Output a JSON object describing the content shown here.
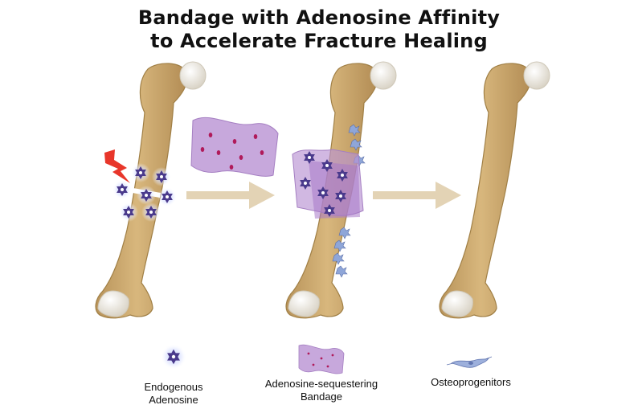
{
  "title": {
    "line1": "Bandage with Adenosine Affinity",
    "line2": "to Accelerate Fracture Healing"
  },
  "stages": [
    {
      "name": "fractured-bone",
      "icons": [
        "lightning-icon",
        "adenosine-star-icon"
      ]
    },
    {
      "name": "bandaged-bone",
      "icons": [
        "bandage-icon",
        "osteoprogenitor-icon"
      ]
    },
    {
      "name": "healed-bone",
      "icons": []
    }
  ],
  "legend": {
    "adenosine": {
      "line1": "Endogenous",
      "line2": "Adenosine",
      "icon": "adenosine-star-icon"
    },
    "bandage": {
      "line1": "Adenosine-sequestering",
      "line2": "Bandage",
      "icon": "bandage-icon"
    },
    "osteo": {
      "line1": "Osteoprogenitors",
      "icon": "osteoprogenitor-icon"
    }
  },
  "colors": {
    "bone": "#c9a66b",
    "bone_outline": "#a07f45",
    "joint": "#eeeae2",
    "arrow": "#e3d3b5",
    "bandage": "#b992d3",
    "star": "#4a3a8c",
    "lightning": "#e8362a"
  }
}
